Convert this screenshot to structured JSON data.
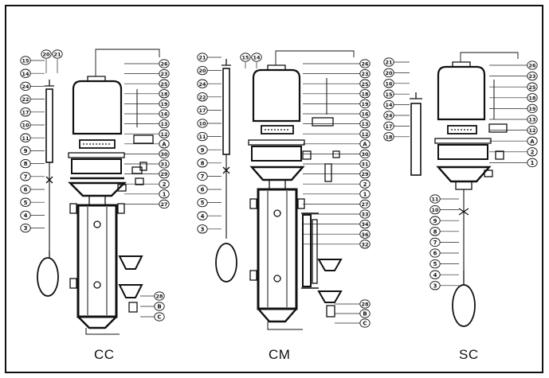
{
  "captions": {
    "cc": "CC",
    "cm": "CM",
    "sc": "SC"
  },
  "cc": {
    "left_labels": [
      "15",
      "14",
      "24",
      "22",
      "17",
      "10",
      "11",
      "9",
      "8",
      "7",
      "6",
      "5",
      "4",
      "3"
    ],
    "top_labels": [
      "20",
      "21"
    ],
    "right_labels": [
      "26",
      "23",
      "25",
      "18",
      "19",
      "16",
      "13",
      "12",
      "A",
      "30",
      "31",
      "29",
      "2",
      "1",
      "27",
      "28",
      "B",
      "C"
    ]
  },
  "cm": {
    "left_labels": [
      "21",
      "20",
      "24",
      "22",
      "17",
      "10",
      "11",
      "9",
      "8",
      "7",
      "6",
      "5",
      "4",
      "3"
    ],
    "top_labels": [
      "15",
      "14"
    ],
    "right_labels": [
      "26",
      "23",
      "25",
      "18",
      "19",
      "16",
      "13",
      "12",
      "A",
      "30",
      "31",
      "29",
      "2",
      "1",
      "27",
      "33",
      "34",
      "36",
      "32",
      "28",
      "B",
      "C"
    ]
  },
  "sc": {
    "left_labels": [
      "21",
      "20",
      "16",
      "15",
      "14",
      "24",
      "17",
      "18"
    ],
    "lower_left_labels": [
      "11",
      "10",
      "9",
      "8",
      "7",
      "6",
      "5",
      "4",
      "3"
    ],
    "right_labels": [
      "26",
      "23",
      "25",
      "18",
      "19",
      "13",
      "12",
      "A",
      "2",
      "1"
    ]
  }
}
